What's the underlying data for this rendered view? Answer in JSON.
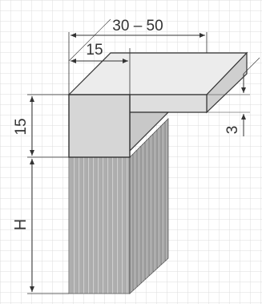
{
  "dimensions": {
    "overall_width": "30 – 50",
    "profile_width": "15",
    "profile_height": "15",
    "flange_thickness": "3",
    "bristle_height": "H"
  },
  "colors": {
    "background": "#ffffff",
    "grid": "#dcdcdc",
    "outline": "#333333",
    "profile_front": "#d6d6d6",
    "profile_top": "#ececec",
    "bristle_light": "#d2d2d2",
    "bristle_dark": "#7a7a7a"
  }
}
